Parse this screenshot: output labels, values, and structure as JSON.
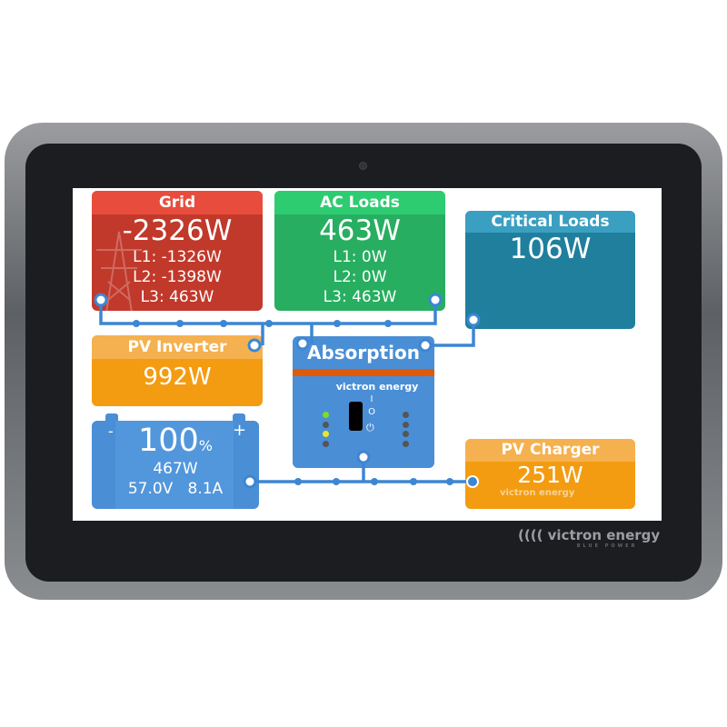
{
  "grid": {
    "title": "Grid",
    "total": "-2326W",
    "l1": "L1: -1326W",
    "l2": "L2: -1398W",
    "l3": "L3: 463W"
  },
  "ac_loads": {
    "title": "AC Loads",
    "total": "463W",
    "l1": "L1: 0W",
    "l2": "L2: 0W",
    "l3": "L3: 463W"
  },
  "critical_loads": {
    "title": "Critical Loads",
    "total": "106W"
  },
  "pv_inverter": {
    "title": "PV Inverter",
    "total": "992W"
  },
  "inverter": {
    "state": "Absorption",
    "brand": "victron energy",
    "switch_on": "I",
    "switch_off": "O"
  },
  "battery": {
    "soc": "100",
    "soc_unit": "%",
    "power": "467W",
    "voltage": "57.0V",
    "current": "8.1A",
    "minus": "-",
    "plus": "+"
  },
  "pv_charger": {
    "title": "PV Charger",
    "total": "251W",
    "brand": "victron energy"
  },
  "device_brand": {
    "name": "victron energy",
    "tagline": "BLUE POWER"
  },
  "colors": {
    "grid": "#c0392b",
    "ac_loads": "#27ae60",
    "critical": "#1f7f9c",
    "pv": "#f39c12",
    "blue": "#4a8fd6"
  }
}
